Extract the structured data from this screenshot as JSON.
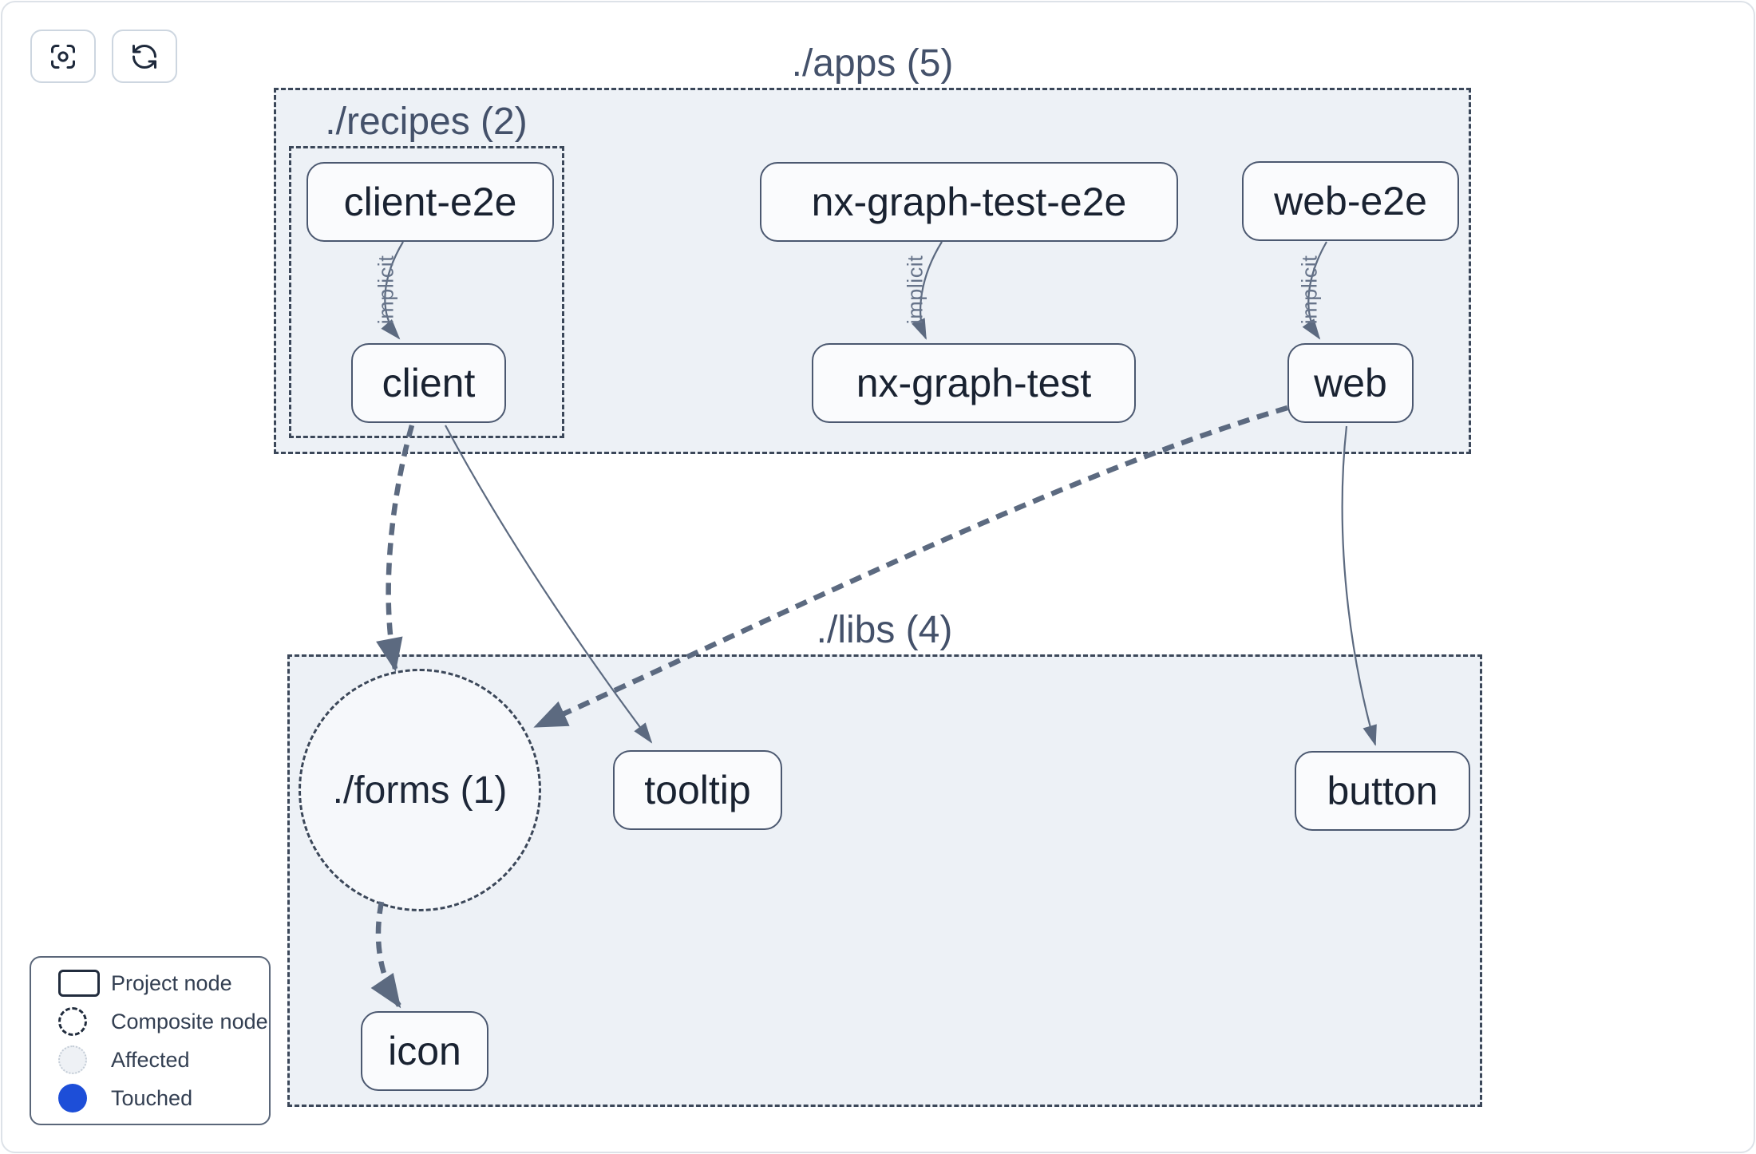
{
  "toolbar": {
    "buttons": [
      {
        "icon": "focus-center-icon",
        "action": "center-graph"
      },
      {
        "icon": "refresh-icon",
        "action": "refresh-graph"
      }
    ]
  },
  "graph": {
    "groups": [
      {
        "id": "apps",
        "label": "./apps (5)"
      },
      {
        "id": "recipes",
        "label": "./recipes (2)"
      },
      {
        "id": "libs",
        "label": "./libs (4)"
      },
      {
        "id": "forms",
        "label": "./forms (1)",
        "shape": "circle"
      }
    ],
    "nodes": [
      {
        "id": "client-e2e",
        "label": "client-e2e"
      },
      {
        "id": "client",
        "label": "client"
      },
      {
        "id": "nx-graph-test-e2e",
        "label": "nx-graph-test-e2e"
      },
      {
        "id": "nx-graph-test",
        "label": "nx-graph-test"
      },
      {
        "id": "web-e2e",
        "label": "web-e2e"
      },
      {
        "id": "web",
        "label": "web"
      },
      {
        "id": "tooltip",
        "label": "tooltip"
      },
      {
        "id": "button",
        "label": "button"
      },
      {
        "id": "icon",
        "label": "icon"
      }
    ],
    "edges": [
      {
        "source": "client-e2e",
        "target": "client",
        "type": "implicit",
        "label": "implicit"
      },
      {
        "source": "nx-graph-test-e2e",
        "target": "nx-graph-test",
        "type": "implicit",
        "label": "implicit"
      },
      {
        "source": "web-e2e",
        "target": "web",
        "type": "implicit",
        "label": "implicit"
      },
      {
        "source": "client",
        "target": "./forms",
        "type": "composite",
        "label": ""
      },
      {
        "source": "client",
        "target": "tooltip",
        "type": "static",
        "label": ""
      },
      {
        "source": "web",
        "target": "./forms",
        "type": "composite",
        "label": ""
      },
      {
        "source": "web",
        "target": "button",
        "type": "static",
        "label": ""
      },
      {
        "source": "./forms",
        "target": "icon",
        "type": "composite",
        "label": ""
      }
    ]
  },
  "legend": {
    "items": [
      {
        "swatch": "project-node-swatch",
        "label": "Project node"
      },
      {
        "swatch": "composite-node-swatch",
        "label": "Composite node"
      },
      {
        "swatch": "affected-swatch",
        "label": "Affected"
      },
      {
        "swatch": "touched-swatch",
        "label": "Touched"
      }
    ]
  },
  "colors": {
    "touched": "#1d4ed8",
    "affected_fill": "#eef1f5",
    "container_fill": "#edf1f6",
    "container_border": "#3b4759",
    "node_border": "#4b5870",
    "node_text": "#192231",
    "edge": "#5c6a80",
    "edge_label": "#67748a"
  }
}
